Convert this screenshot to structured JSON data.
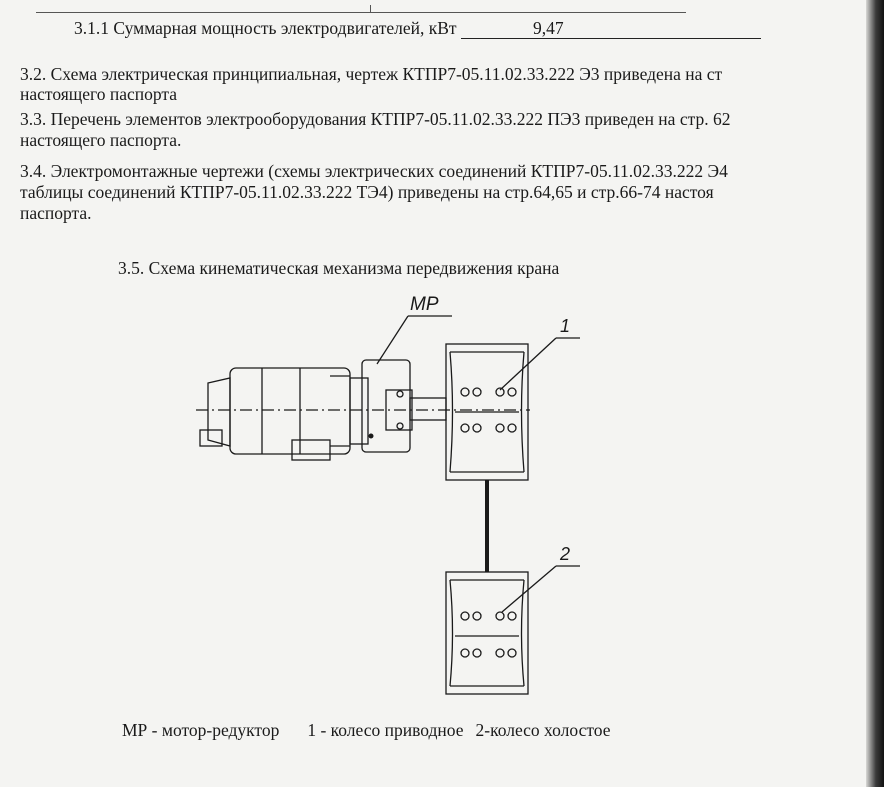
{
  "lines": {
    "l311_label": "3.1.1  Суммарная мощность электродвигателей, кВт",
    "l311_value": "9,47",
    "l32a": "3.2. Схема электрическая принципиальная,  чертеж КТПР7-05.11.02.33.222 Э3 приведена на ст",
    "l32b": "настоящего паспорта",
    "l33a": "3.3. Перечень элементов электрооборудования КТПР7-05.11.02.33.222 ПЭ3 приведен на стр. 62",
    "l33b": "настоящего паспорта.",
    "l34a": "3.4. Электромонтажные чертежи (схемы электрических соединений КТПР7-05.11.02.33.222 Э4",
    "l34b": "таблицы соединений КТПР7-05.11.02.33.222 ТЭ4) приведены на стр.64,65    и стр.66-74  настоя",
    "l34c": "паспорта."
  },
  "section_title": "3.5. Схема кинематическая механизма передвижения крана",
  "diagram_labels": {
    "motor": "МР",
    "wheel1": "1",
    "wheel2": "2"
  },
  "legend": {
    "mr": "МР - мотор-редуктор",
    "w1": "1 - колесо приводное",
    "w2": "2-колесо холостое"
  }
}
